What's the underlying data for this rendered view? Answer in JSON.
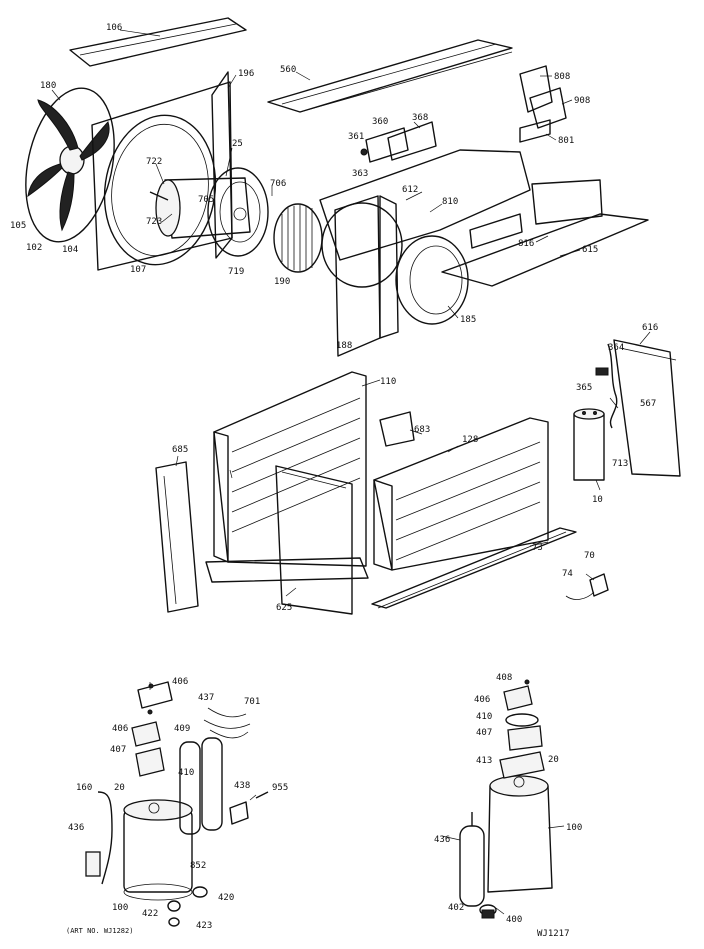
{
  "diagram": {
    "part_labels": [
      "106",
      "180",
      "196",
      "560",
      "808",
      "908",
      "801",
      "368",
      "360",
      "361",
      "363",
      "722",
      "25",
      "706",
      "723",
      "705",
      "105",
      "102",
      "104",
      "107",
      "719",
      "612",
      "810",
      "816",
      "615",
      "190",
      "185",
      "188",
      "110",
      "616",
      "364",
      "365",
      "567",
      "683",
      "128",
      "685",
      "713",
      "10",
      "73",
      "70",
      "74",
      "625",
      "406",
      "437",
      "701",
      "409",
      "406",
      "407",
      "410",
      "160",
      "20",
      "438",
      "955",
      "436",
      "852",
      "420",
      "100",
      "422",
      "423",
      "408",
      "406",
      "410",
      "407",
      "20",
      "413",
      "100",
      "436",
      "402",
      "400"
    ],
    "footer_note": "(ART NO. WJ1282)",
    "drawing_code": "WJ1217"
  }
}
